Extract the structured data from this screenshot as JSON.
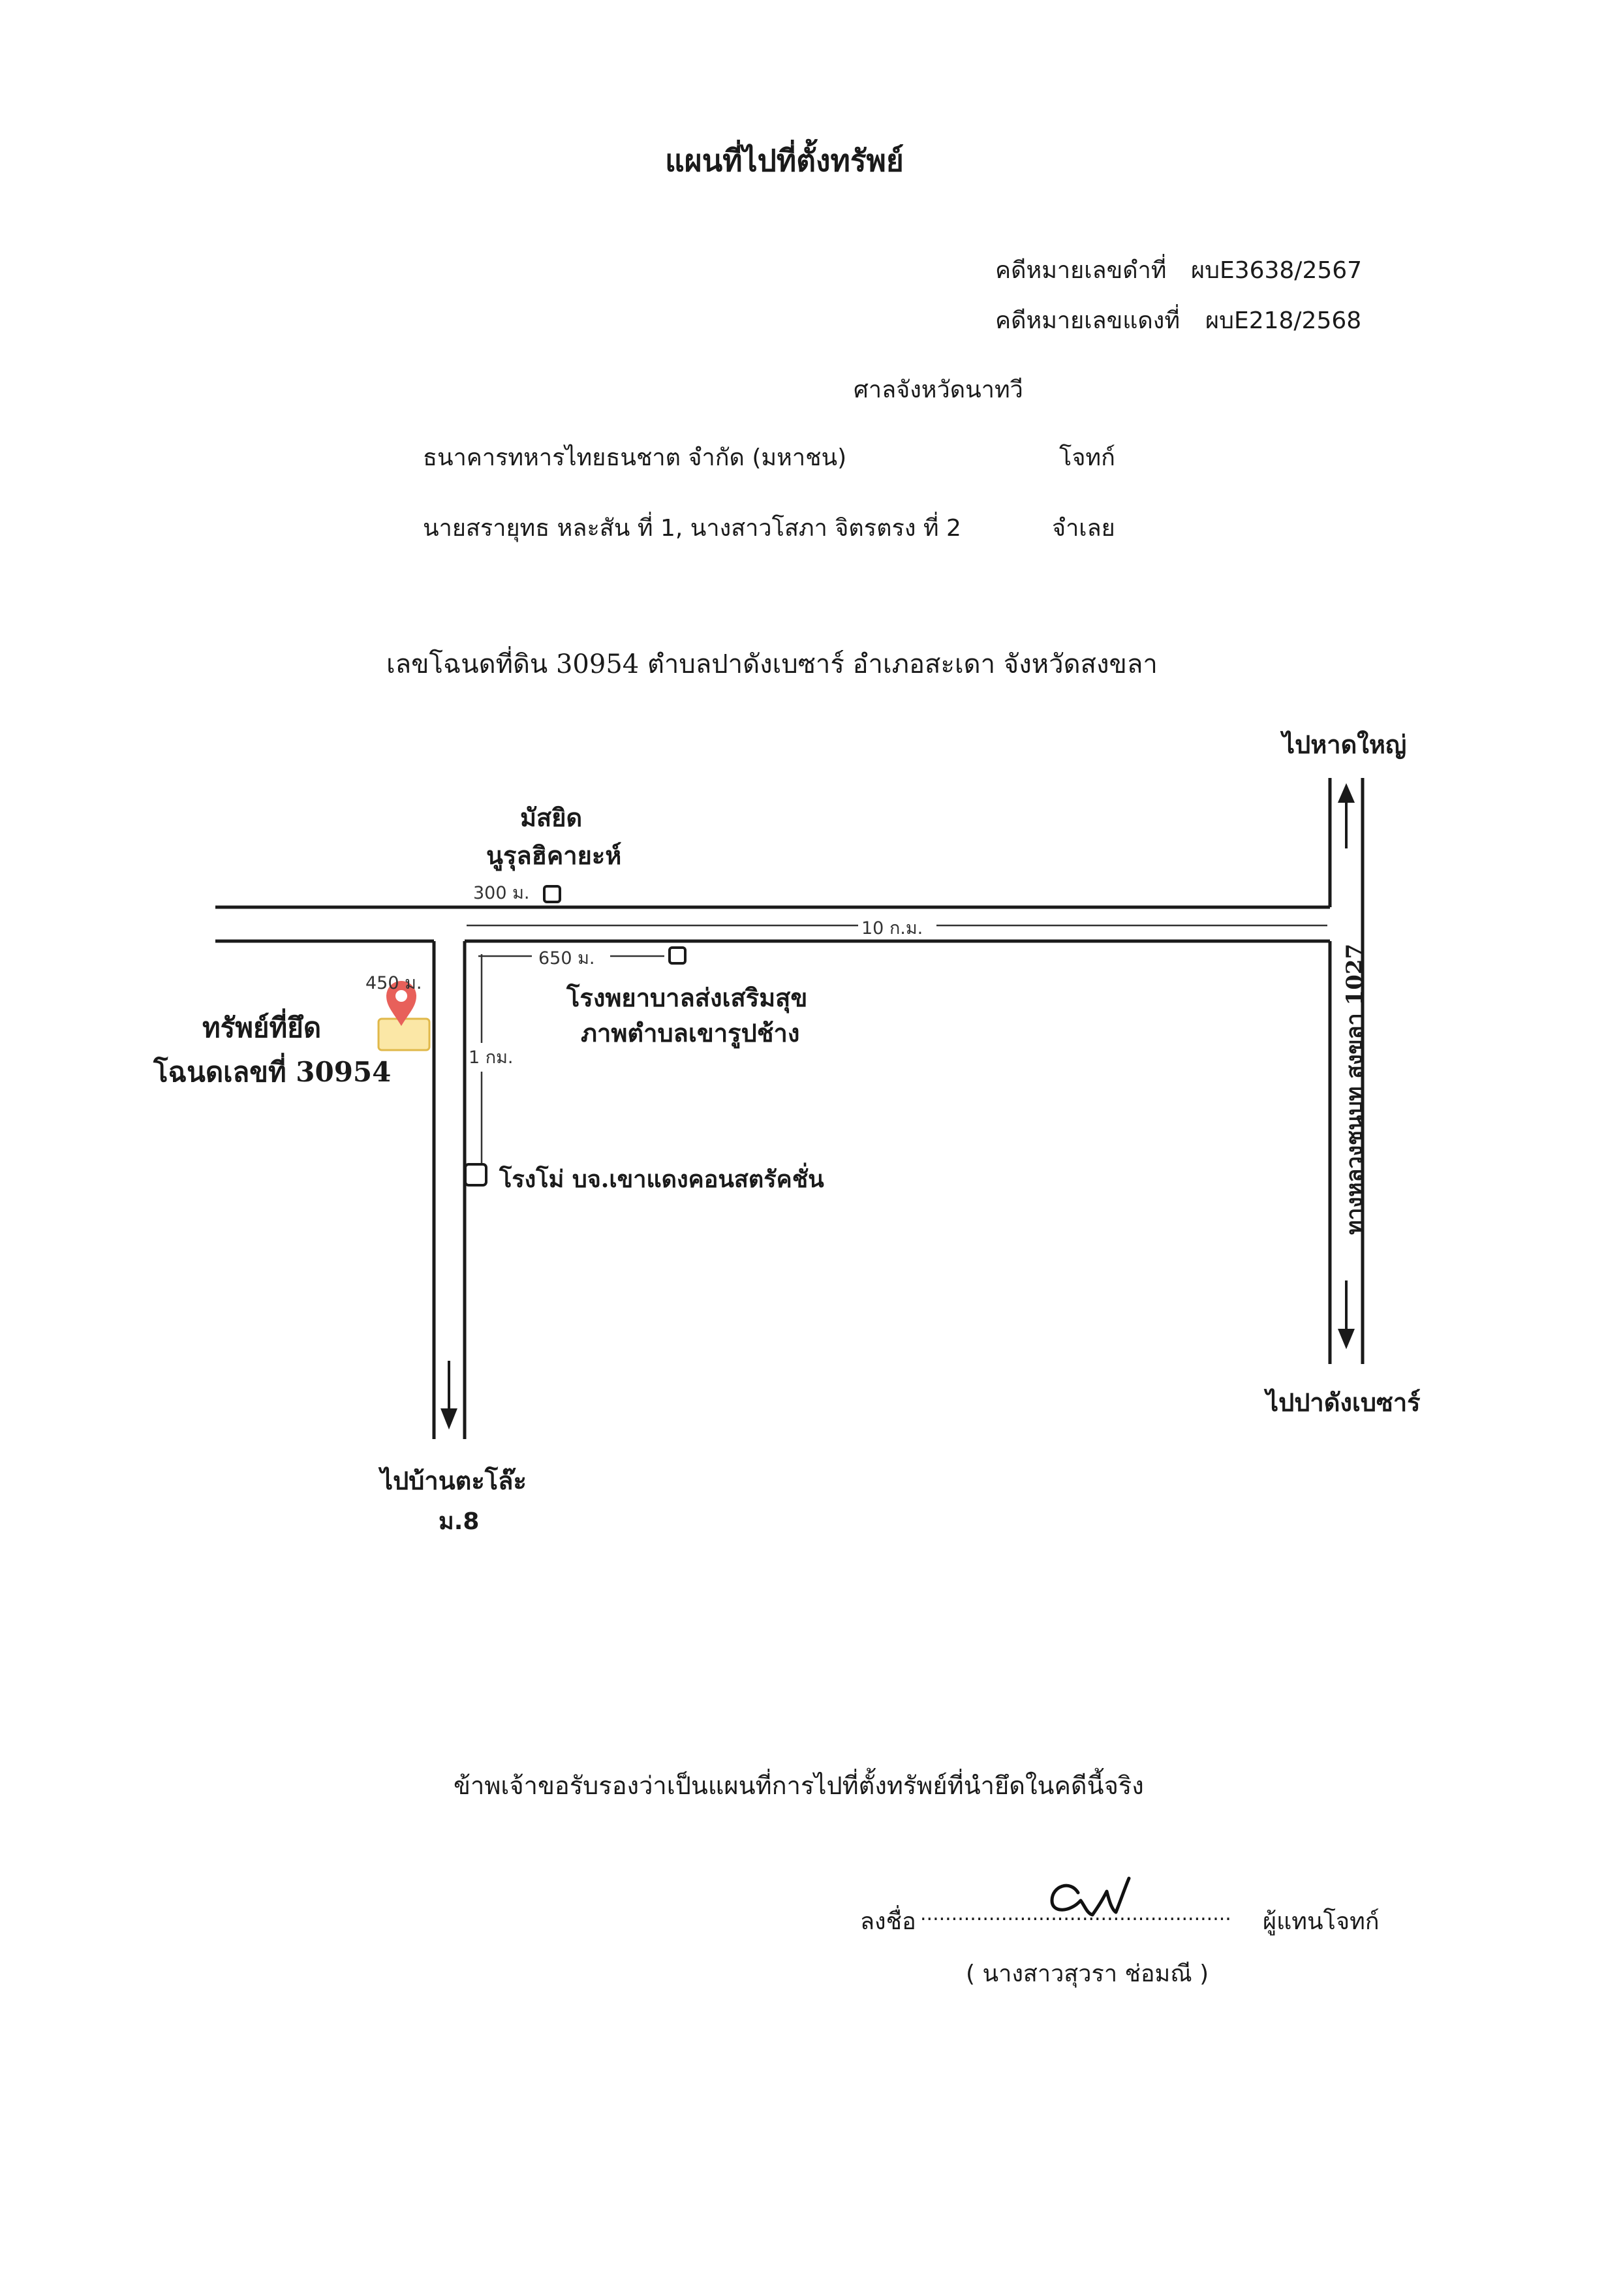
{
  "header": {
    "title": "แผนที่ไปที่ตั้งทรัพย์",
    "black_case_label": "คดีหมายเลขดำที่",
    "black_case_number": "ผบE3638/2567",
    "red_case_label": "คดีหมายเลขแดงที่",
    "red_case_number": "ผบE218/2568",
    "court": "ศาลจังหวัดนาทวี"
  },
  "parties": {
    "plaintiff_name": "ธนาคารทหารไทยธนชาต จำกัด (มหาชน)",
    "plaintiff_role": "โจทก์",
    "defendants_names": "นายสรายุทธ หละสัน  ที่ 1, นางสาวโสภา จิตรตรง  ที่ 2",
    "defendants_role": "จำเลย"
  },
  "deed_line": "เลขโฉนดที่ดิน 30954  ตำบลปาดังเบซาร์ อำเภอสะเดา จังหวัดสงขลา",
  "map": {
    "to_hat_yai": "ไปหาดใหญ่",
    "to_padang_besar": "ไปปาดังเบซาร์",
    "mosque_line1": "มัสยิด",
    "mosque_line2": "นูรุลฮิคายะห์",
    "dist_300": "300 ม.",
    "dist_10km": "10 ก.ม.",
    "dist_650": "650 ม.",
    "dist_450": "450 ม.",
    "dist_1km": "1 กม.",
    "hospital_line1": "โรงพยาบาลส่งเสริมสุข",
    "hospital_line2": "ภาพตำบลเขารูปช้าง",
    "property_line1": "ทรัพย์ที่ยึด",
    "property_line2": "โฉนดเลขที่ 30954",
    "factory": "โรงโม่ บจ.เขาแดงคอนสตรัคชั่น",
    "highway": "ทางหลวงชนบท สงขลา 1027",
    "to_ban_talo_line1": "ไปบ้านตะโล๊ะ",
    "to_ban_talo_line2": "ม.8",
    "pin_color": "#e8605a",
    "plot_fill": "#fbe7a6",
    "plot_stroke": "#e0b84a"
  },
  "footer": {
    "certify": "ข้าพเจ้าขอรับรองว่าเป็นแผนที่การไปที่ตั้งทรัพย์ที่นำยึดในคดีนี้จริง",
    "sign_prefix": "ลงชื่อ",
    "sign_dots": "..................................................",
    "sign_role": "ผู้แทนโจทก์",
    "signer_name": "( นางสาวสุวรา ช่อมณี )"
  }
}
